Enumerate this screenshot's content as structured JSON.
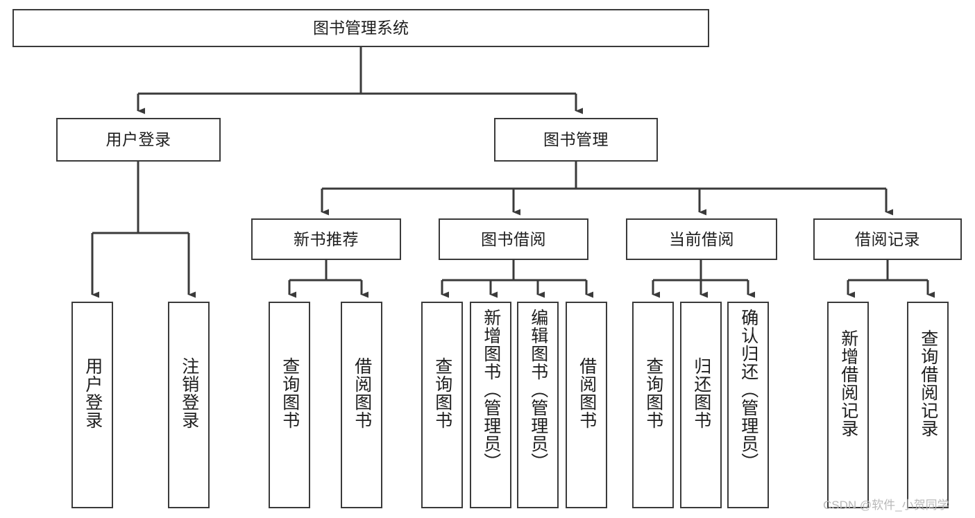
{
  "diagram": {
    "title": "图书管理系统",
    "type": "hierarchy-tree",
    "colors": {
      "box_border": "#3a3a3a",
      "box_fill": "#ffffff",
      "connector": "#3a3a3a",
      "text": "#1d1d1d",
      "watermark": "#b9b9b9",
      "background": "#ffffff"
    },
    "watermark": "CSDN @软件_小贺同学",
    "levels": {
      "root": {
        "label": "图书管理系统"
      },
      "level2": [
        {
          "id": "user-login",
          "label": "用户登录"
        },
        {
          "id": "book-management",
          "label": "图书管理"
        }
      ],
      "level3": [
        {
          "id": "new-book-recommend",
          "label": "新书推荐",
          "parent": "book-management"
        },
        {
          "id": "book-borrow",
          "label": "图书借阅",
          "parent": "book-management"
        },
        {
          "id": "current-borrow",
          "label": "当前借阅",
          "parent": "book-management"
        },
        {
          "id": "borrow-record",
          "label": "借阅记录",
          "parent": "book-management"
        }
      ],
      "leaves": [
        {
          "id": "leaf-user-login",
          "label": "用户登录",
          "parent": "user-login"
        },
        {
          "id": "leaf-logout-login",
          "label": "注销登录",
          "parent": "user-login"
        },
        {
          "id": "leaf-query-book-1",
          "label": "查询图书",
          "parent": "new-book-recommend"
        },
        {
          "id": "leaf-borrow-book-1",
          "label": "借阅图书",
          "parent": "new-book-recommend"
        },
        {
          "id": "leaf-query-book-2",
          "label": "查询图书",
          "parent": "book-borrow"
        },
        {
          "id": "leaf-add-book",
          "label": "新增图书（管理员）",
          "parent": "book-borrow"
        },
        {
          "id": "leaf-edit-book",
          "label": "编辑图书（管理员）",
          "parent": "book-borrow"
        },
        {
          "id": "leaf-borrow-book-2",
          "label": "借阅图书",
          "parent": "book-borrow"
        },
        {
          "id": "leaf-query-book-3",
          "label": "查询图书",
          "parent": "current-borrow"
        },
        {
          "id": "leaf-return-book",
          "label": "归还图书",
          "parent": "current-borrow"
        },
        {
          "id": "leaf-confirm-return",
          "label": "确认归还（管理员）",
          "parent": "current-borrow"
        },
        {
          "id": "leaf-add-record",
          "label": "新增借阅记录",
          "parent": "borrow-record"
        },
        {
          "id": "leaf-query-record",
          "label": "查询借阅记录",
          "parent": "borrow-record"
        }
      ]
    }
  }
}
